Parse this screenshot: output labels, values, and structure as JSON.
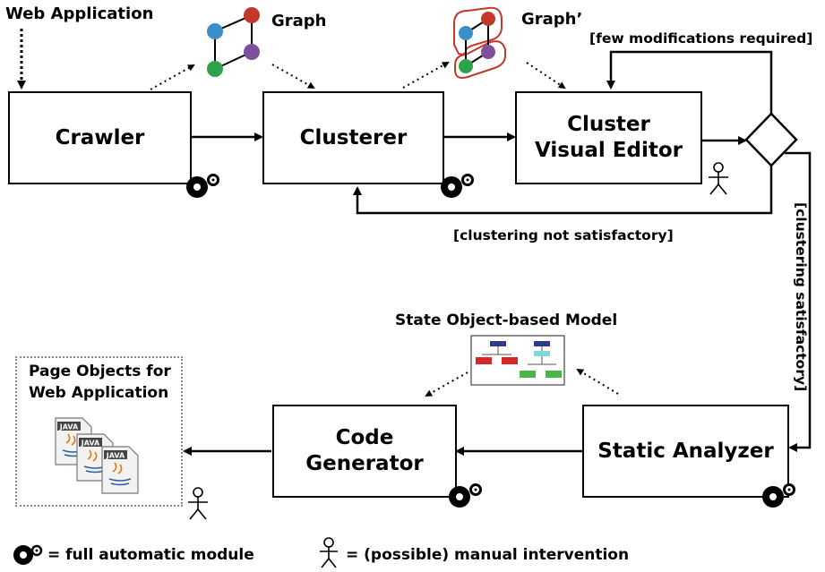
{
  "title_input": "Web Application",
  "graph_label": "Graph",
  "graph2_label": "Graph’",
  "boxes": {
    "crawler": "Crawler",
    "clusterer": "Clusterer",
    "editor_line1": "Cluster",
    "editor_line2": "Visual Editor",
    "generator_line1": "Code",
    "generator_line2": "Generator",
    "analyzer": "Static Analyzer"
  },
  "edge_labels": {
    "few_mods": "[few modifications required]",
    "not_satisfactory": "[clustering not satisfactory]",
    "satisfactory": "[clustering satisfactory]"
  },
  "model_label": "State Object-based Model",
  "output_line1": "Page Objects for",
  "output_line2": "Web Application",
  "java_text": "JAVA",
  "legend": {
    "auto": "= full automatic module",
    "manual": "= (possible) manual intervention"
  },
  "colors": {
    "node_blue": "#3a8fc9",
    "node_red": "#c0392b",
    "node_purple": "#7d4f9c",
    "node_green": "#2ea24a",
    "highlight": "#c0392b"
  }
}
